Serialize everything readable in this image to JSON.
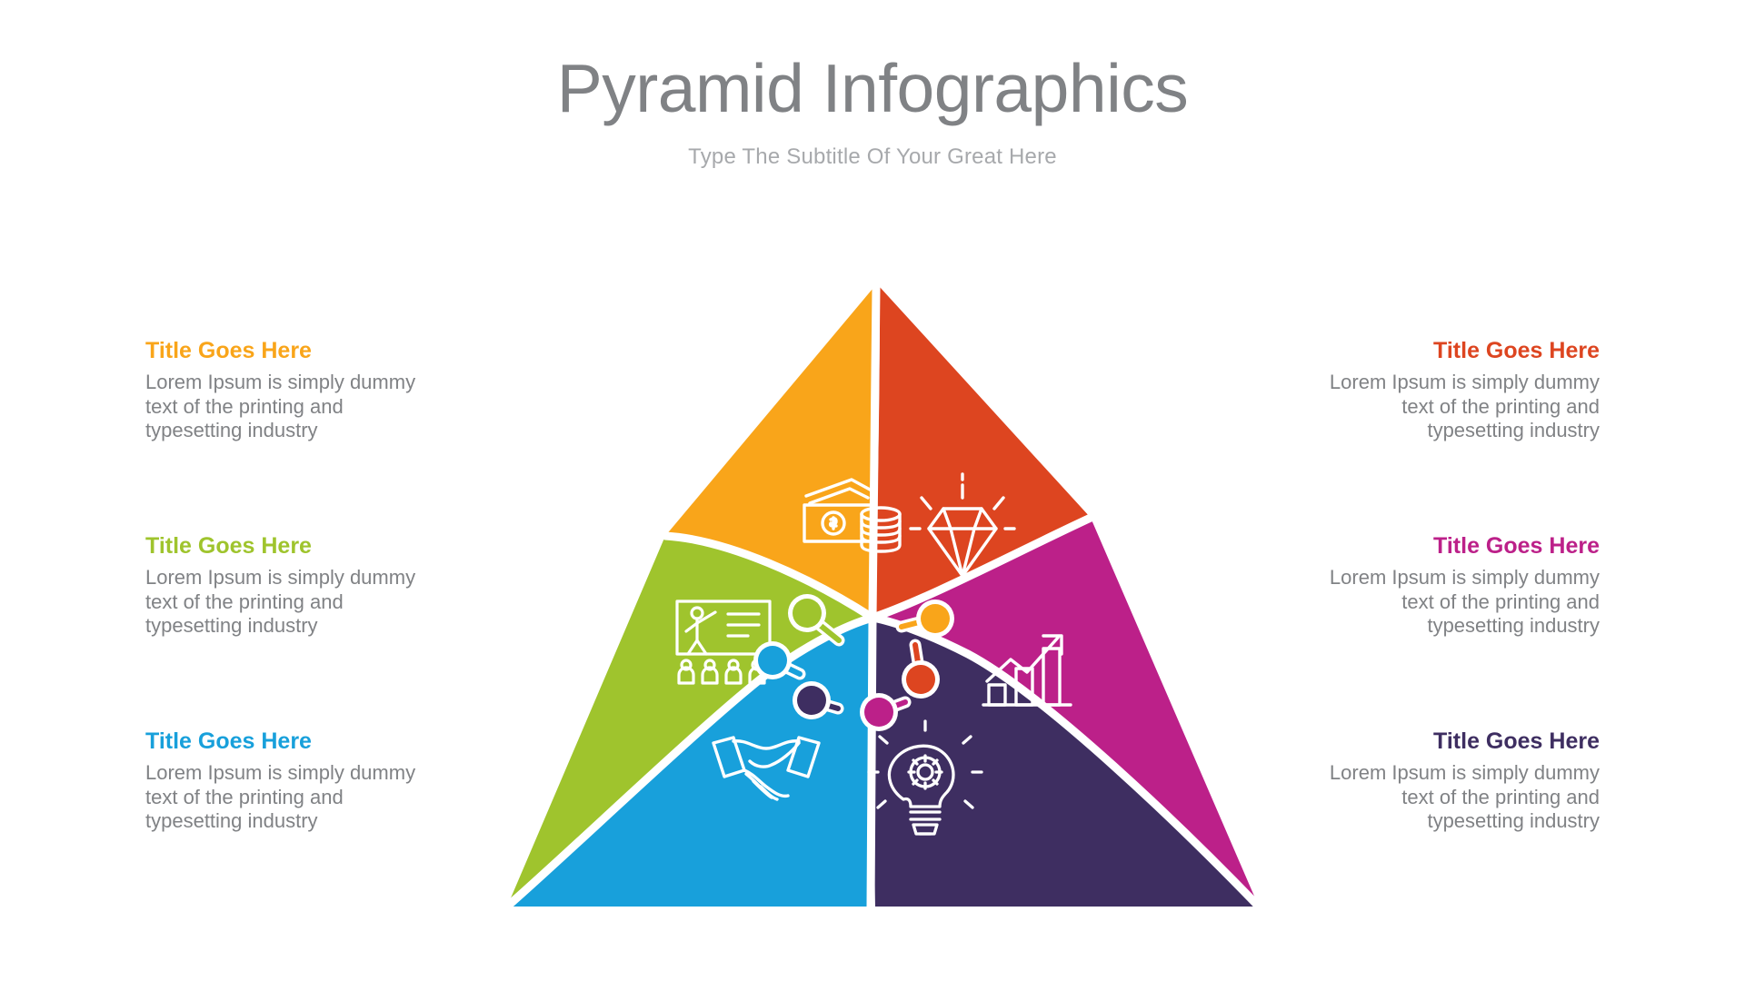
{
  "header": {
    "title": "Pyramid Infographics",
    "subtitle": "Type The Subtitle Of Your Great Here",
    "title_color": "#808285",
    "subtitle_color": "#a7a9ac"
  },
  "body_text_color": "#808285",
  "segments": [
    {
      "id": "orange",
      "side": "left",
      "row": 1,
      "title": "Title Goes Here",
      "body": "Lorem Ipsum is simply dummy text of the printing and typesetting industry",
      "color": "#f9a51a",
      "icon": "money-cash-icon"
    },
    {
      "id": "green",
      "side": "left",
      "row": 2,
      "title": "Title Goes Here",
      "body": "Lorem Ipsum is simply dummy text of the printing and typesetting industry",
      "color": "#9fc42d",
      "icon": "presentation-training-icon"
    },
    {
      "id": "blue",
      "side": "left",
      "row": 3,
      "title": "Title Goes Here",
      "body": "Lorem Ipsum is simply dummy text of the printing and typesetting industry",
      "color": "#18a0db",
      "icon": "handshake-icon"
    },
    {
      "id": "red",
      "side": "right",
      "row": 1,
      "title": "Title Goes Here",
      "body": "Lorem Ipsum is simply dummy text of the printing and typesetting industry",
      "color": "#dd4520",
      "icon": "diamond-icon"
    },
    {
      "id": "magenta",
      "side": "right",
      "row": 2,
      "title": "Title Goes Here",
      "body": "Lorem Ipsum is simply dummy text of the printing and typesetting industry",
      "color": "#bc2089",
      "icon": "growth-chart-icon"
    },
    {
      "id": "navy",
      "side": "right",
      "row": 3,
      "title": "Title Goes Here",
      "body": "Lorem Ipsum is simply dummy text of the printing and typesetting industry",
      "color": "#3e2e61",
      "icon": "lightbulb-gear-icon"
    }
  ],
  "chart_data": {
    "type": "pie",
    "title": "Pyramid Infographics",
    "subtitle": "Type The Subtitle Of Your Great Here",
    "shape": "triangle-pinwheel",
    "slice_count": 6,
    "categories": [
      "Title Goes Here",
      "Title Goes Here",
      "Title Goes Here",
      "Title Goes Here",
      "Title Goes Here",
      "Title Goes Here"
    ],
    "values": [
      1,
      1,
      1,
      1,
      1,
      1
    ],
    "colors": [
      "#f9a51a",
      "#dd4520",
      "#bc2089",
      "#3e2e61",
      "#18a0db",
      "#9fc42d"
    ],
    "legend_position": "sides",
    "grid": false
  }
}
